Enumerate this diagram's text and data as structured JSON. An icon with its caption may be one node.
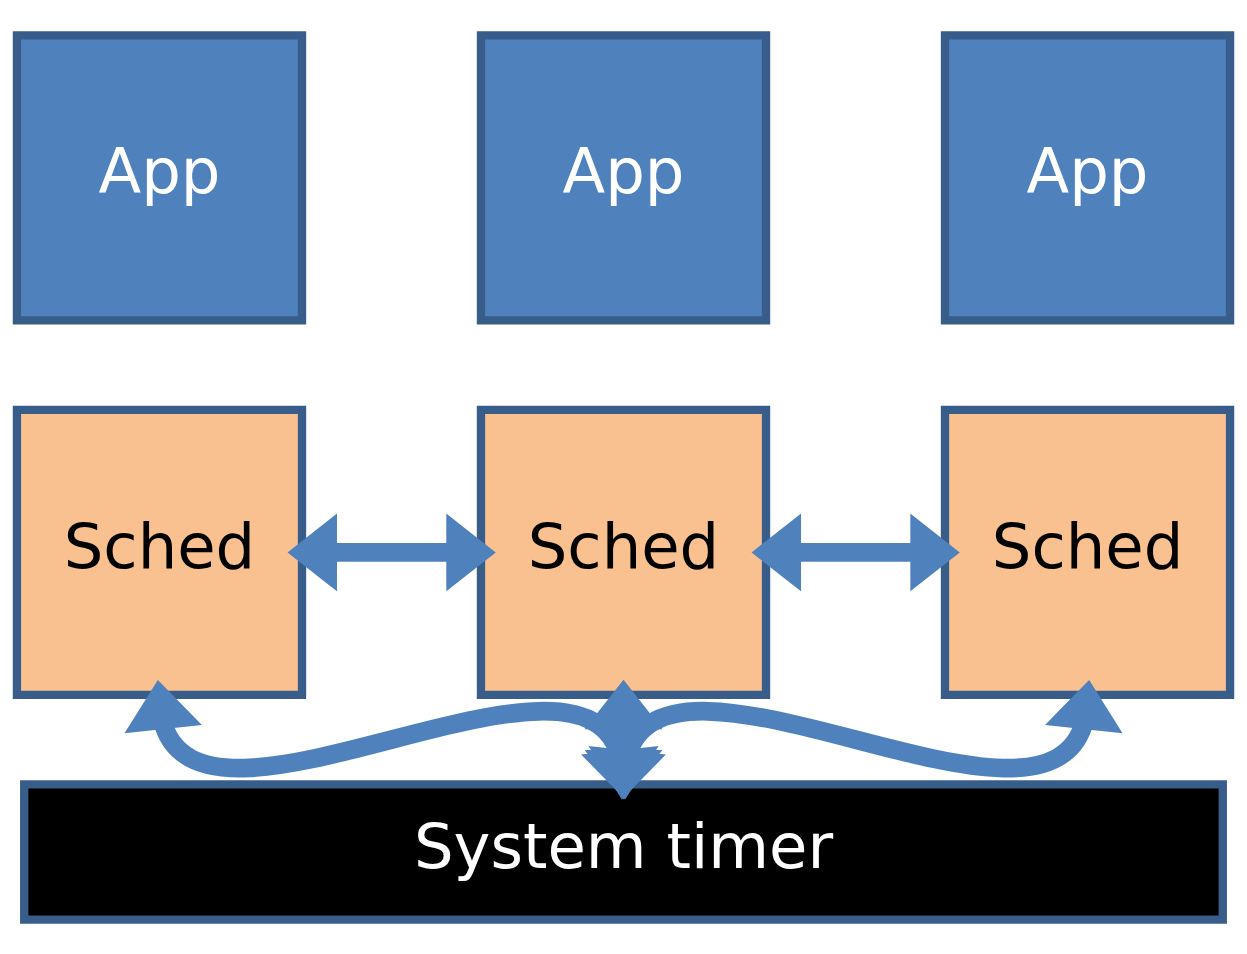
{
  "diagram": {
    "nodes": [
      {
        "text": [
          "App"
        ]
      },
      {
        "text": [
          "App"
        ]
      },
      {
        "text": [
          "App"
        ]
      },
      {
        "text": [
          "Sched"
        ]
      },
      {
        "text": [
          "Sched"
        ]
      },
      {
        "text": [
          "Sched"
        ]
      },
      {
        "text": [
          "System timer"
        ]
      }
    ],
    "edges": [
      {
        "from": 3,
        "to": 4,
        "arrow": "both"
      },
      {
        "from": 4,
        "to": 5,
        "arrow": "both"
      },
      {
        "from": 3,
        "to": 6,
        "arrow": "both"
      },
      {
        "from": 4,
        "to": 6,
        "arrow": "both"
      },
      {
        "from": 5,
        "to": 6,
        "arrow": "both"
      }
    ]
  }
}
